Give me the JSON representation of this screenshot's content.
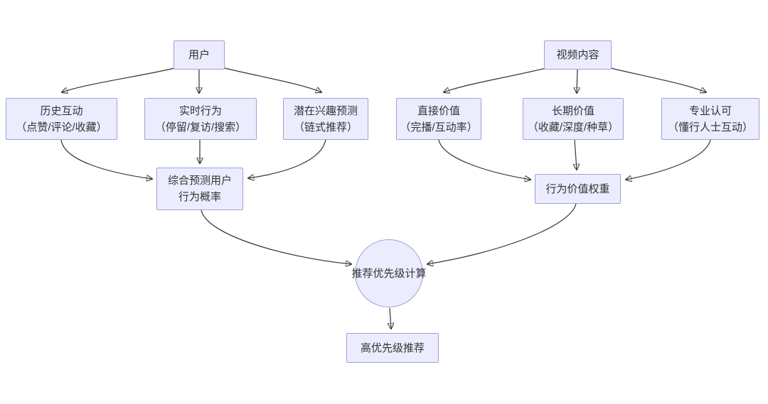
{
  "colors": {
    "node_fill": "#ECECFF",
    "node_border": "#9f9fd6",
    "line": "#333333",
    "text": "#333333"
  },
  "diagram": {
    "type": "flowchart",
    "nodes": {
      "user": {
        "shape": "rect",
        "label": "用户"
      },
      "video": {
        "shape": "rect",
        "label": "视频内容"
      },
      "history": {
        "shape": "rect",
        "label": "历史互动",
        "sublabel": "（点赞/评论/收藏）"
      },
      "realtime": {
        "shape": "rect",
        "label": "实时行为",
        "sublabel": "（停留/复访/搜索）"
      },
      "potential": {
        "shape": "rect",
        "label": "潜在兴趣预测",
        "sublabel": "（链式推荐）"
      },
      "direct": {
        "shape": "rect",
        "label": "直接价值",
        "sublabel": "（完播/互动率）"
      },
      "longterm": {
        "shape": "rect",
        "label": "长期价值",
        "sublabel": "（收藏/深度/种草）"
      },
      "professional": {
        "shape": "rect",
        "label": "专业认可",
        "sublabel": "（懂行人士互动）"
      },
      "predict": {
        "shape": "rect",
        "label": "综合预测用户",
        "sublabel": "行为概率"
      },
      "weight": {
        "shape": "rect",
        "label": "行为价值权重"
      },
      "priority": {
        "shape": "circle",
        "label": "推荐优先级计算"
      },
      "highrec": {
        "shape": "rect",
        "label": "高优先级推荐"
      }
    },
    "edges": [
      {
        "from": "user",
        "to": "history"
      },
      {
        "from": "user",
        "to": "realtime"
      },
      {
        "from": "user",
        "to": "potential"
      },
      {
        "from": "video",
        "to": "direct"
      },
      {
        "from": "video",
        "to": "longterm"
      },
      {
        "from": "video",
        "to": "professional"
      },
      {
        "from": "history",
        "to": "predict"
      },
      {
        "from": "realtime",
        "to": "predict"
      },
      {
        "from": "potential",
        "to": "predict"
      },
      {
        "from": "direct",
        "to": "weight"
      },
      {
        "from": "longterm",
        "to": "weight"
      },
      {
        "from": "professional",
        "to": "weight"
      },
      {
        "from": "predict",
        "to": "priority"
      },
      {
        "from": "weight",
        "to": "priority"
      },
      {
        "from": "priority",
        "to": "highrec"
      }
    ]
  }
}
